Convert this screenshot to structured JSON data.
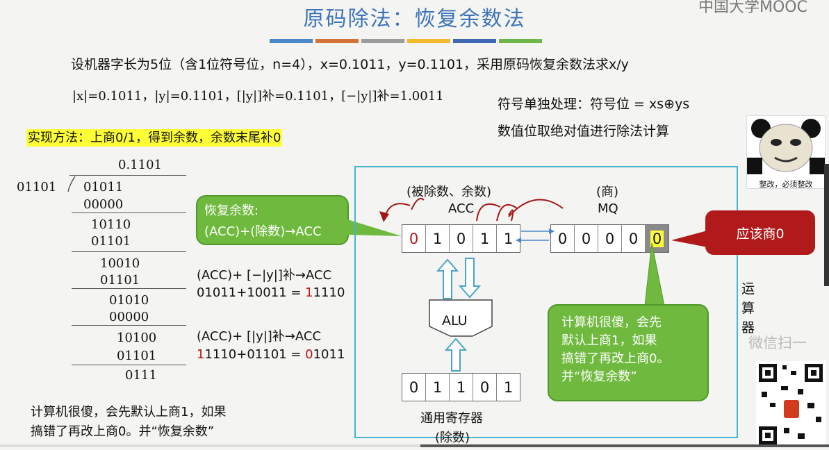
{
  "header": {
    "title": "原码除法：恢复余数法",
    "watermark": "中国大学MOOC",
    "color_bars": [
      "#4a86c8",
      "#d2733a",
      "#9b9b9b",
      "#f0b92e",
      "#4069b4",
      "#6cb64a"
    ]
  },
  "problem": {
    "statement": "设机器字长为5位（含1位符号位，n=4），x=0.1011，y=0.1101，采用原码恢复余数法求x/y",
    "values": "|x|=0.1011，|y|=0.1101，[|y|]补=0.1101，[−|y|]补=1.0011"
  },
  "notes": {
    "sign_line": "符号单独处理：符号位 = xs⊕ys",
    "value_line": "数值位取绝对值进行除法计算",
    "method": "实现方法：上商0/1，得到余数，余数末尾补0"
  },
  "long_division": {
    "quotient": "0.1101",
    "divisor": "01101",
    "rows": [
      "01011",
      "00000",
      "10110",
      "01101",
      "10010",
      "01101",
      "01010",
      "00000",
      "10100",
      "01101",
      "0111"
    ]
  },
  "restore_callout": {
    "line1": "恢复余数:",
    "line2": "(ACC)+(除数)→ACC"
  },
  "formulas": {
    "sub_label": "(ACC)+ [−|y|]补→ACC",
    "sub_calc_prefix": "01011+10011 = ",
    "sub_calc_red": "1",
    "sub_calc_rest": "1110",
    "add_label": "(ACC)+ [|y|]补→ACC",
    "add_calc_red": "1",
    "add_calc_mid": "1110+01101 = ",
    "add_calc_red2": "0",
    "add_calc_rest": "1011"
  },
  "bottom_note": {
    "line1": "计算机很傻，会先默认上商1，如果",
    "line2": "搞错了再改上商0。并“恢复余数”"
  },
  "alu_panel": {
    "acc_header": "(被除数、余数)",
    "acc_label": "ACC",
    "mq_header": "(商)",
    "mq_label": "MQ",
    "acc_bits": [
      "0",
      "1",
      "0",
      "1",
      "1"
    ],
    "mq_bits": [
      "0",
      "0",
      "0",
      "0",
      "0"
    ],
    "alu_label": "ALU",
    "gr_bits": [
      "0",
      "1",
      "1",
      "0",
      "1"
    ],
    "gr_label": "通用寄存器",
    "gr_sublabel": "(除数)",
    "side_label": [
      "运",
      "算",
      "器"
    ],
    "red_callout": "应该商0",
    "green_callout": [
      "计算机很傻，会先",
      "默认上商1，如果",
      "搞错了再改上商0。",
      "并“恢复余数”"
    ]
  },
  "meme": {
    "caption": "整改，必须整改"
  },
  "right_strip": {
    "text": "微信扫一"
  }
}
